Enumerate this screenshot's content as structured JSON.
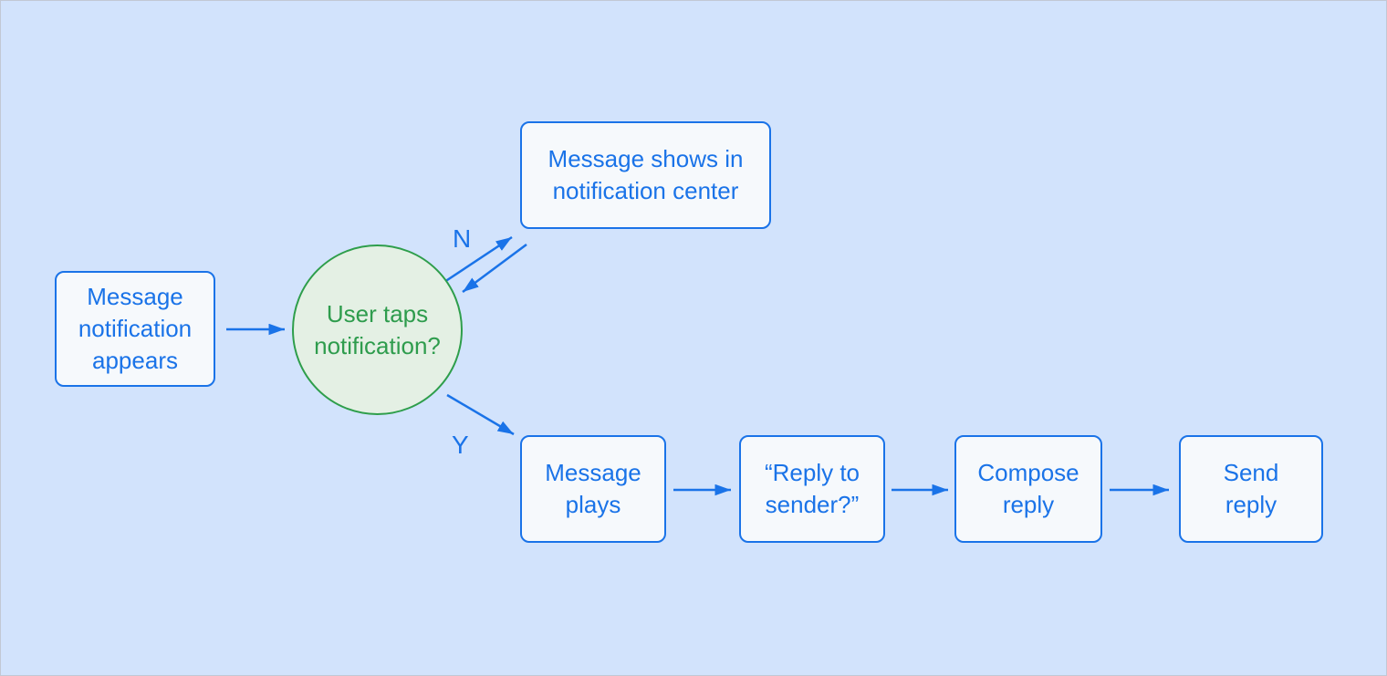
{
  "colors": {
    "background": "#d2e3fc",
    "box_fill": "#f6f9fc",
    "box_border": "#1a73e8",
    "box_text": "#1a73e8",
    "arrow": "#1a73e8",
    "decision_fill": "#e4f0e4",
    "decision_border": "#2e9e4b",
    "decision_text": "#2e9c4d"
  },
  "diagram": {
    "nodes": {
      "start": {
        "label": "Message\nnotification\nappears",
        "shape": "rounded-rectangle"
      },
      "decision": {
        "label": "User taps\nnotification?",
        "shape": "circle"
      },
      "notification_center": {
        "label": "Message shows in\nnotification center",
        "shape": "rounded-rectangle"
      },
      "message_plays": {
        "label": "Message\nplays",
        "shape": "rounded-rectangle"
      },
      "reply_to_sender": {
        "label": "“Reply to\nsender?”",
        "shape": "rounded-rectangle"
      },
      "compose_reply": {
        "label": "Compose\nreply",
        "shape": "rounded-rectangle"
      },
      "send_reply": {
        "label": "Send\nreply",
        "shape": "rounded-rectangle"
      }
    },
    "edge_labels": {
      "no": "N",
      "yes": "Y"
    },
    "edges": [
      {
        "from": "start",
        "to": "decision"
      },
      {
        "from": "decision",
        "to": "notification_center",
        "label": "N"
      },
      {
        "from": "notification_center",
        "to": "decision"
      },
      {
        "from": "decision",
        "to": "message_plays",
        "label": "Y"
      },
      {
        "from": "message_plays",
        "to": "reply_to_sender"
      },
      {
        "from": "reply_to_sender",
        "to": "compose_reply"
      },
      {
        "from": "compose_reply",
        "to": "send_reply"
      }
    ]
  }
}
